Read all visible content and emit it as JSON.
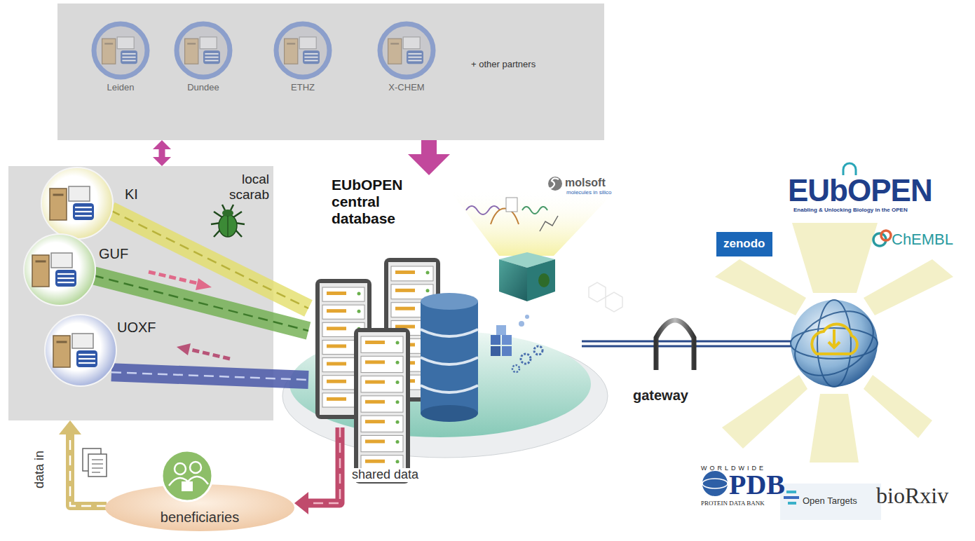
{
  "diagram": {
    "nodes": [
      {
        "text": [
          "+ other partners"
        ]
      },
      {
        "text": [
          "Leiden"
        ],
        "in": 0
      },
      {
        "text": [
          "Dundee"
        ],
        "in": 0
      },
      {
        "text": [
          "ETHZ"
        ],
        "in": 0
      },
      {
        "text": [
          "X-CHEM"
        ],
        "in": 0
      },
      {
        "text": [
          "local scarab"
        ]
      },
      {
        "text": [
          "KI"
        ],
        "in": 5
      },
      {
        "text": [
          "GUF"
        ],
        "in": 5
      },
      {
        "text": [
          "UOXF"
        ],
        "in": 5
      },
      {
        "text": [
          "EUbOPEN central database"
        ]
      },
      {
        "text": [
          "gateway"
        ]
      },
      {
        "text": [
          "beneficiaries"
        ]
      }
    ],
    "edges": [
      {
        "from": 5,
        "to": 0,
        "arrow": "both"
      },
      {
        "from": 0,
        "to": 9,
        "arrow": "to"
      },
      {
        "from": 6,
        "to": 9,
        "arrow": "none"
      },
      {
        "from": 7,
        "to": 9,
        "arrow": "none"
      },
      {
        "from": 8,
        "to": 9,
        "arrow": "none"
      },
      {
        "from": 9,
        "to": 11,
        "label": "shared data",
        "arrow": "to"
      },
      {
        "from": 11,
        "to": 5,
        "label": "data in",
        "arrow": "to"
      }
    ],
    "labels": [
      "molsoft",
      "molecules in silico",
      "EUbOPEN",
      "Enabling & Unlocking Biology in the OPEN",
      "zenodo",
      "ChEMBL",
      "WORLDWIDE",
      "PDB",
      "PROTEIN DATA BANK",
      "bioRxiv",
      "Open Targets"
    ]
  }
}
